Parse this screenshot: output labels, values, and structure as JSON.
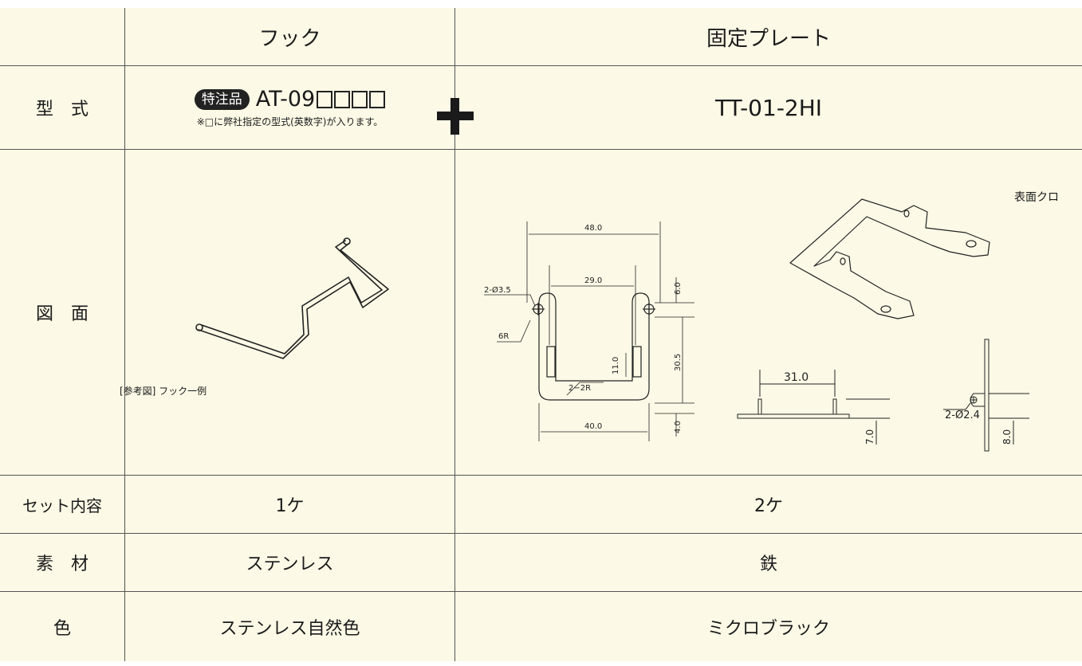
{
  "header": {
    "hook": "フック",
    "plate": "固定プレート"
  },
  "rows": {
    "model": {
      "label": "型　式",
      "badge": "特注品",
      "hook_code": "AT-09",
      "hook_note": "※□に弊社指定の型式(英数字)が入ります。",
      "plate_code": "TT-01-2HI"
    },
    "drawing": {
      "label": "図　面",
      "hook_caption": "[参考図] フック一例",
      "plate_finish": "表面クロ",
      "dims": {
        "d48": "48.0",
        "d29": "29.0",
        "d35": "2-Ø3.5",
        "d6r": "6R",
        "d6": "6.0",
        "d305": "30.5",
        "d11": "11.0",
        "d22r": "2−2R",
        "d40": "40.0",
        "d4": "4.0",
        "d31": "31.0",
        "d7": "7.0",
        "d24": "2-Ø2.4",
        "d8": "8.0"
      }
    },
    "set": {
      "label": "セット内容",
      "hook": "1ケ",
      "plate": "2ケ"
    },
    "material": {
      "label": "素　材",
      "hook": "ステンレス",
      "plate": "鉄"
    },
    "color": {
      "label": "色",
      "hook": "ステンレス自然色",
      "plate": "ミクロブラック"
    }
  }
}
